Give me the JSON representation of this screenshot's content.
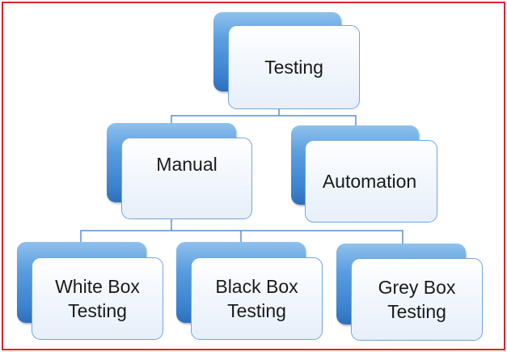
{
  "diagram": {
    "root": {
      "label": "Testing"
    },
    "level2": [
      {
        "label": "Manual"
      },
      {
        "label": "Automation"
      }
    ],
    "level3": [
      {
        "label_line1": "White Box",
        "label_line2": "Testing"
      },
      {
        "label_line1": "Black Box",
        "label_line2": "Testing"
      },
      {
        "label_line1": "Grey Box",
        "label_line2": "Testing"
      }
    ]
  },
  "colors": {
    "frame_border": "#e0202a",
    "node_back": "#4a90d9",
    "node_front_border": "#6fa7dd",
    "connector": "#5b8fd0"
  }
}
